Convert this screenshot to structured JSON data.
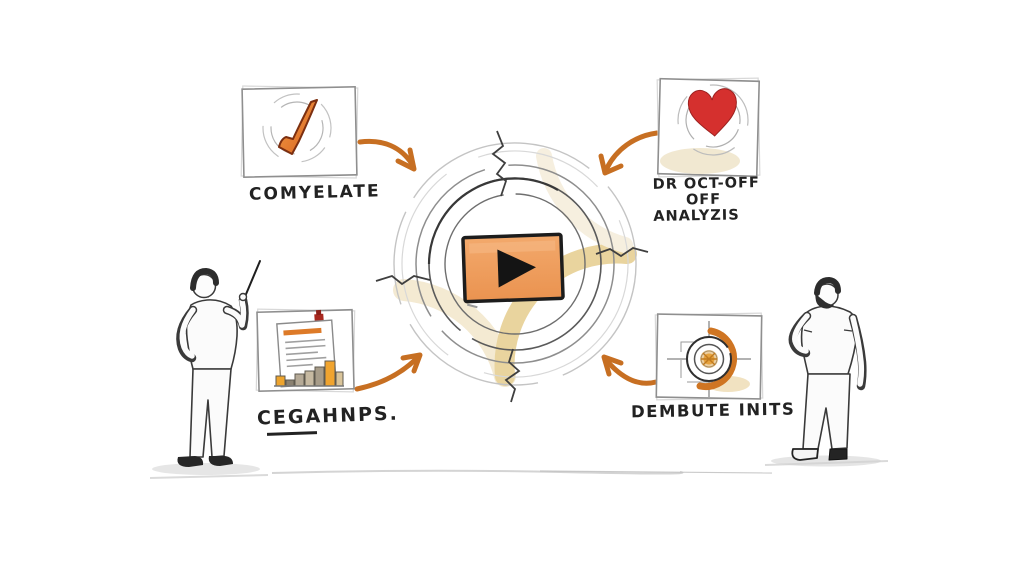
{
  "scene": {
    "style": "hand-drawn whiteboard sketch",
    "background_color": "#ffffff",
    "ink_color": "#2e2e2e",
    "accent_color": "#c9722e",
    "ring_shade_color": "#ead7a2",
    "play_button_color": "#ef9d5f"
  },
  "center": {
    "name": "cycle-diagram",
    "icon": "play-button-icon"
  },
  "nodes": [
    {
      "position": "top-left",
      "icon": "checkmark-icon",
      "icon_color": "#e06a26",
      "label": "COMYELATE"
    },
    {
      "position": "top-right",
      "icon": "heart-icon",
      "icon_color": "#d5302e",
      "label_lines": [
        "DR OCT-OFF",
        "OFF",
        "ANALYZIS"
      ]
    },
    {
      "position": "bottom-left",
      "icon": "report-bar-chart-icon",
      "icon_color": "#f0a42f",
      "label": "CEGAHNPS."
    },
    {
      "position": "bottom-right",
      "icon": "target-icon",
      "icon_color": "#cf7522",
      "label": "DEMBUTE INITS"
    }
  ],
  "arrows": [
    {
      "from": "top-left-node",
      "to": "center"
    },
    {
      "from": "top-right-node",
      "to": "center"
    },
    {
      "from": "bottom-left-node",
      "to": "center"
    },
    {
      "from": "bottom-right-node",
      "to": "center"
    }
  ],
  "figures": [
    {
      "id": "presenter-left",
      "pose": "pointing with stick"
    },
    {
      "id": "observer-right",
      "pose": "hand on hip"
    }
  ]
}
